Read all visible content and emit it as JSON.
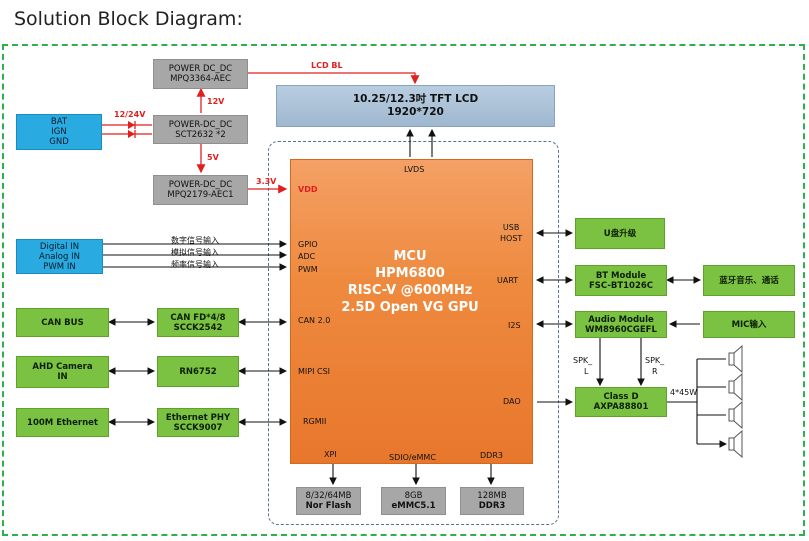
{
  "title": "Solution Block Diagram:",
  "mcu": {
    "core": [
      "MCU",
      "HPM6800",
      "RISC-V @600MHz",
      "2.5D Open VG GPU"
    ],
    "pins_left": {
      "vdd": "VDD",
      "gpio": "GPIO",
      "adc": "ADC",
      "pwm": "PWM",
      "can": "CAN 2.0",
      "mipi": "MIPI CSI",
      "rgmii": "RGMII"
    },
    "pins_right": {
      "usb": [
        "USB",
        "HOST"
      ],
      "uart": "UART",
      "i2s": "I2S",
      "dao": "DAO"
    },
    "pins_top": {
      "lvds": "LVDS"
    },
    "pins_bottom": {
      "xpi": "XPI",
      "sdio": "SDIO/eMMC",
      "ddr": "DDR3"
    }
  },
  "lcd": [
    "10.25/12.3吋 TFT LCD",
    "1920*720"
  ],
  "power": {
    "mpq3364": [
      "POWER DC_DC",
      "MPQ3364-AEC"
    ],
    "sct2632": [
      "POWER-DC_DC",
      "SCT2632 *2"
    ],
    "mpq2179": [
      "POWER-DC_DC",
      "MPQ2179-AEC1"
    ]
  },
  "battery": [
    "BAT",
    "IGN",
    "GND"
  ],
  "inputs": [
    "Digital IN",
    "Analog IN",
    "PWM IN"
  ],
  "signal_labels": [
    "数字信号输入",
    "模拟信号输入",
    "频率信号输入"
  ],
  "left_blocks": {
    "can_bus": "CAN BUS",
    "can_fd": [
      "CAN FD*4/8",
      "SCCK2542"
    ],
    "ahd": [
      "AHD Camera",
      "IN"
    ],
    "rn6752": "RN6752",
    "ethernet": "100M Ethernet",
    "phy": [
      "Ethernet PHY",
      "SCCK9007"
    ]
  },
  "right_blocks": {
    "udisk": "U盘升级",
    "bt": [
      "BT Module",
      "FSC-BT1026C"
    ],
    "bt_audio": "蓝牙音乐、通话",
    "audio": [
      "Audio Module",
      "WM8960CGEFL"
    ],
    "mic": "MIC输入",
    "classd": [
      "Class D",
      "AXPA88801"
    ]
  },
  "memory": {
    "nor": [
      "8/32/64MB",
      "Nor Flash"
    ],
    "emmc": [
      "8GB",
      "eMMC5.1"
    ],
    "ddr": [
      "128MB",
      "DDR3"
    ]
  },
  "wire_labels": {
    "lcd_bl": "LCD BL",
    "v12": "12V",
    "v5": "5V",
    "v33": "3.3V",
    "v1224": "12/24V",
    "spk_l": [
      "SPK_",
      "L"
    ],
    "spk_r": [
      "SPK_",
      "R"
    ],
    "out": "4*45W"
  },
  "colors": {
    "mcu_orange": "#ee8a3e",
    "block_green": "#7cc242",
    "block_blue": "#29abe2",
    "power_gray": "#a7a7a7",
    "lcd_blue": "#a9c1d8",
    "power_red": "#e21f1f",
    "border_green": "#2bb24c"
  }
}
